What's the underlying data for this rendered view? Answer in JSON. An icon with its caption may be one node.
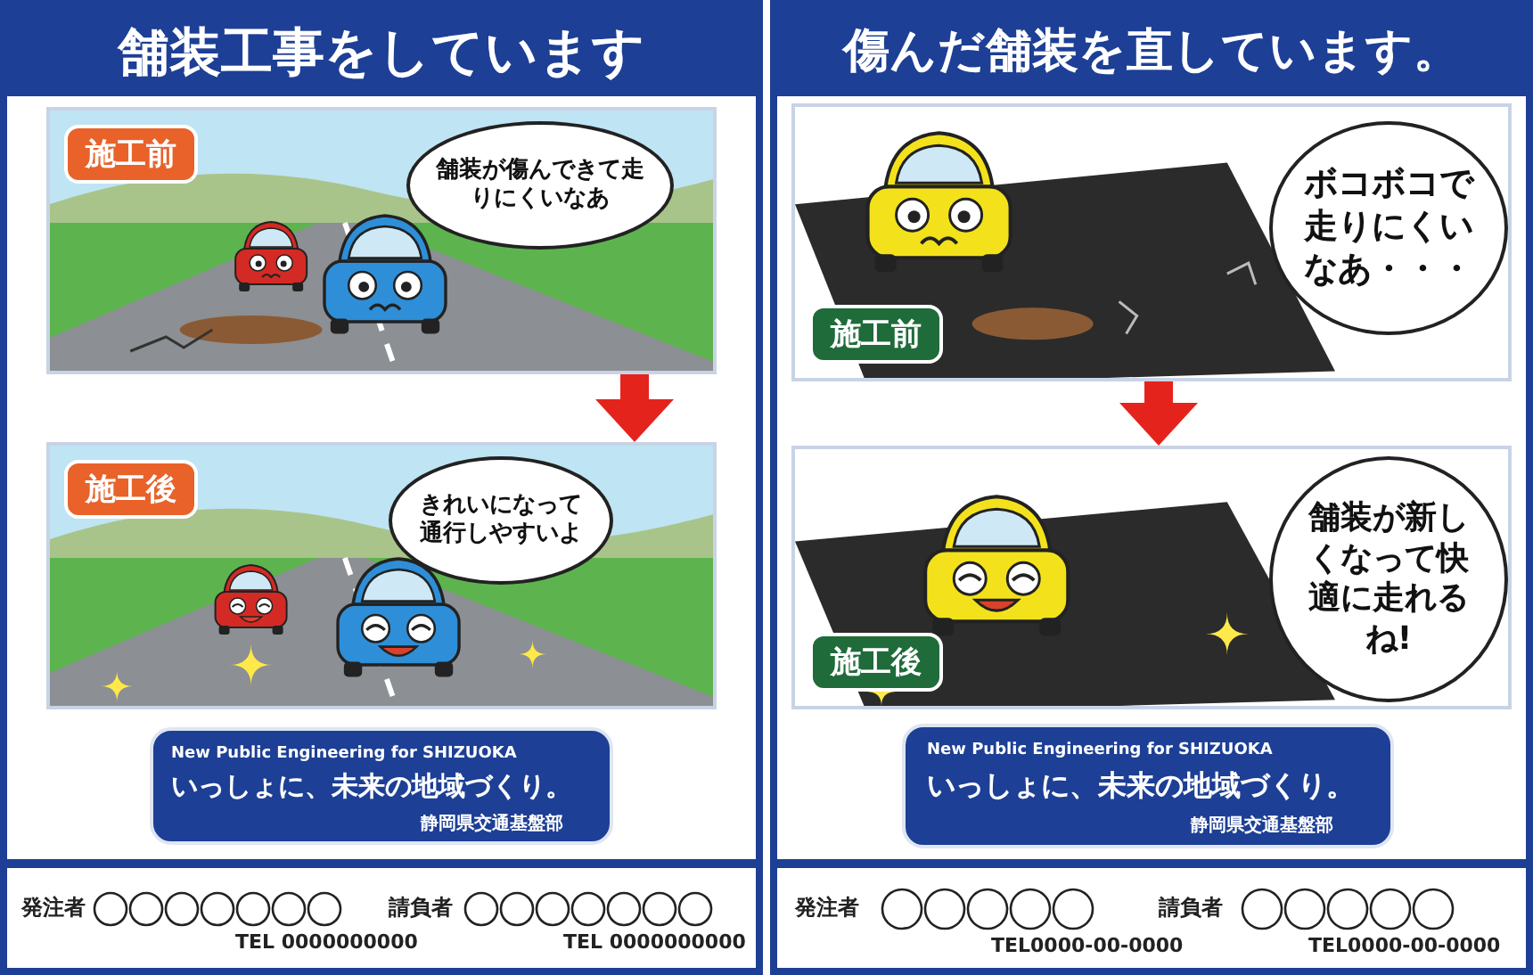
{
  "diagram": {
    "nodes": [
      {
        "text": [
          "舗装工事をしています"
        ]
      },
      {
        "text": [
          "施工前",
          "舗装が傷んできて走りにくいなあ"
        ],
        "in": 0
      },
      {
        "text": [
          "施工後",
          "きれいになって通行しやすいよ"
        ],
        "in": 0
      },
      {
        "text": [
          "傷んだ舗装を直しています。"
        ]
      },
      {
        "text": [
          "施工前",
          "ボコボコで走りにくいなあ・・・"
        ],
        "in": 3
      },
      {
        "text": [
          "施工後",
          "舗装が新しくなって快適に走れるね!"
        ],
        "in": 3
      }
    ],
    "edges": [
      {
        "from": 1,
        "to": 2,
        "arrow": "to"
      },
      {
        "from": 4,
        "to": 5,
        "arrow": "to"
      }
    ],
    "labels": [
      "New Public Engineering for SHIZUOKA",
      "いっしょに、未来の地域づくり。",
      "静岡県交通基盤部",
      "発注者",
      "請負者",
      "TEL 0000000000",
      "TEL 0000000000",
      "New Public Engineering for SHIZUOKA",
      "いっしょに、未来の地域づくり。",
      "静岡県交通基盤部",
      "発注者",
      "請負者",
      "TEL0000-00-0000",
      "TEL0000-00-0000"
    ]
  }
}
